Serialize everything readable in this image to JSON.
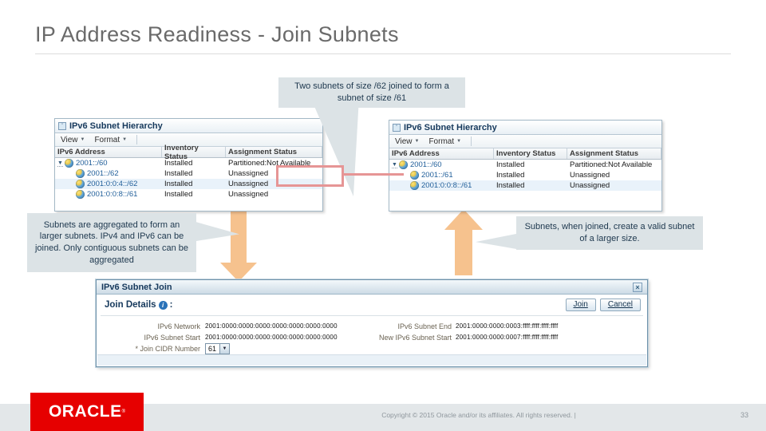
{
  "slide": {
    "title": "IP Address Readiness - Join Subnets",
    "page_number": "33",
    "footer_copyright": "Copyright © 2015 Oracle and/or its affiliates. All rights reserved.  |",
    "logo_text": "ORACLE",
    "logo_reg": "®"
  },
  "callouts": {
    "top": "Two subnets of size /62 joined to form a subnet of size /61",
    "left": "Subnets are aggregated to form an larger subnets. IPv4 and IPv6 can be joined. Only contiguous subnets can be aggregated",
    "right": "Subnets, when joined, create a valid subnet of a larger size."
  },
  "icons": {
    "collapse": "ˇ",
    "caret": "▼",
    "expander": "▼",
    "close": "×",
    "info": "i",
    "dropdown": "▼"
  },
  "panels": {
    "left": {
      "title": "IPv6 Subnet Hierarchy",
      "menus": [
        "View",
        "Format"
      ],
      "columns": [
        "IPv6 Address",
        "Inventory Status",
        "Assignment Status"
      ],
      "rows": [
        {
          "address": "2001::/60",
          "inventory": "Installed",
          "assignment": "Partitioned:Not Available"
        },
        {
          "address": "2001::/62",
          "inventory": "Installed",
          "assignment": "Unassigned"
        },
        {
          "address": "2001:0:0:4::/62",
          "inventory": "Installed",
          "assignment": "Unassigned"
        },
        {
          "address": "2001:0:0:8::/61",
          "inventory": "Installed",
          "assignment": "Unassigned"
        }
      ]
    },
    "right": {
      "title": "IPv6 Subnet Hierarchy",
      "menus": [
        "View",
        "Format"
      ],
      "columns": [
        "IPv6 Address",
        "Inventory Status",
        "Assignment Status"
      ],
      "rows": [
        {
          "address": "2001::/60",
          "inventory": "Installed",
          "assignment": "Partitioned:Not Available"
        },
        {
          "address": "2001::/61",
          "inventory": "Installed",
          "assignment": "Unassigned"
        },
        {
          "address": "2001:0:0:8::/61",
          "inventory": "Installed",
          "assignment": "Unassigned"
        }
      ]
    }
  },
  "dialog": {
    "title": "IPv6 Subnet Join",
    "section_label": "Join Details",
    "section_suffix": ":",
    "buttons": {
      "join": "Join",
      "cancel": "Cancel"
    },
    "fields": {
      "ipv6_network_label": "IPv6 Network",
      "ipv6_network_value": "2001:0000:0000:0000:0000:0000:0000:0000",
      "ipv6_subnet_start_label": "IPv6 Subnet Start",
      "ipv6_subnet_start_value": "2001:0000:0000:0000:0000:0000:0000:0000",
      "join_cidr_label": "* Join CIDR Number",
      "join_cidr_value": "61",
      "ipv6_subnet_end_label": "IPv6 Subnet End",
      "ipv6_subnet_end_value": "2001:0000:0000:0003:ffff:ffff:ffff:ffff",
      "new_ipv6_subnet_start_label": "New IPv6 Subnet Start",
      "new_ipv6_subnet_start_value": "2001:0000:0000:0007:ffff:ffff:ffff:ffff"
    }
  },
  "colors": {
    "oracle_red": "#e60000",
    "arrow_orange": "#f6c28e",
    "annotation_red": "#e69595",
    "callout_gray": "#dce3e6",
    "address_blue": "#215f9a",
    "title_gray": "#6a6a6a"
  }
}
